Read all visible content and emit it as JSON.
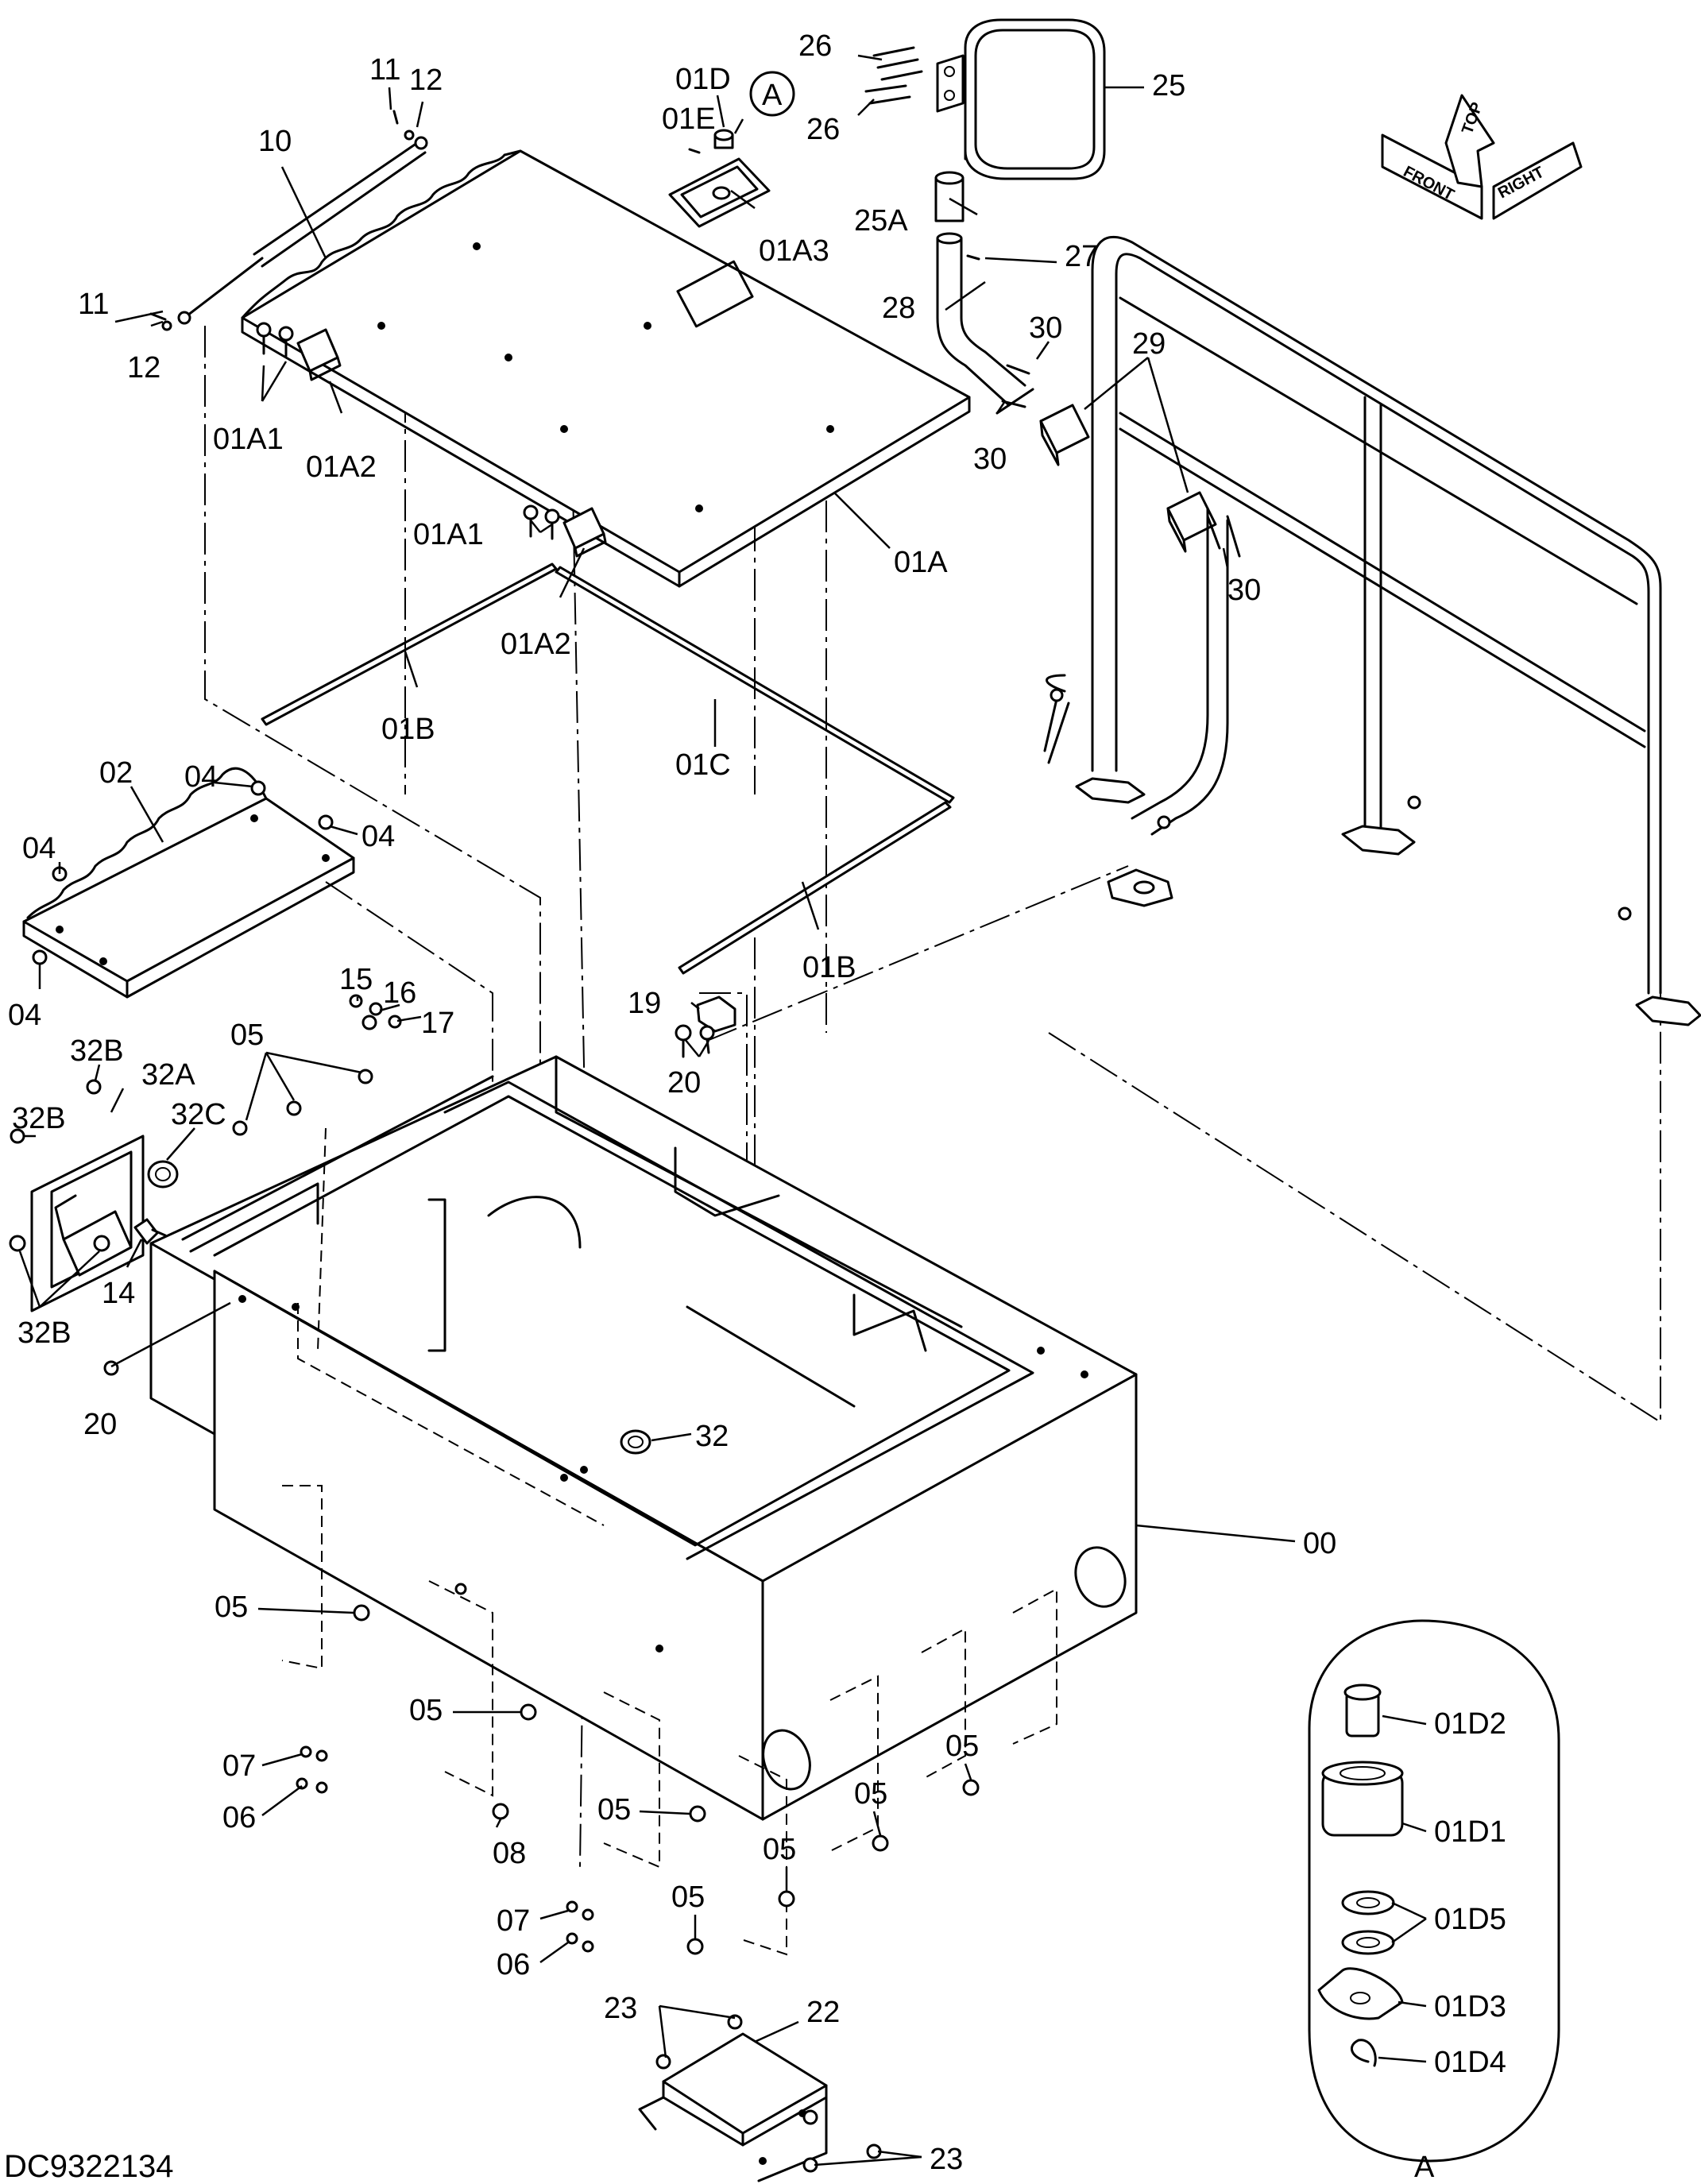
{
  "drawing_code": "DC9322134",
  "detail_ref": "A",
  "direction_indicator": {
    "front": "FRONT",
    "top": "TOP",
    "right": "RIGHT"
  },
  "labels": {
    "l_11a": "11",
    "l_12a": "12",
    "l_10": "10",
    "l_11b": "11",
    "l_12b": "12",
    "l_01D": "01D",
    "l_A_circle": "A",
    "l_01E": "01E",
    "l_01A3": "01A3",
    "l_26a": "26",
    "l_26b": "26",
    "l_25": "25",
    "l_25A": "25A",
    "l_27": "27",
    "l_28": "28",
    "l_30a": "30",
    "l_30b": "30",
    "l_30c": "30",
    "l_29": "29",
    "l_01A1a": "01A1",
    "l_01A2a": "01A2",
    "l_01A1b": "01A1",
    "l_01A2b": "01A2",
    "l_01A": "01A",
    "l_01Ba": "01B",
    "l_01C": "01C",
    "l_01Bb": "01B",
    "l_02": "02",
    "l_04a": "04",
    "l_04b": "04",
    "l_04c": "04",
    "l_04d": "04",
    "l_15": "15",
    "l_16": "16",
    "l_17": "17",
    "l_05a": "05",
    "l_19": "19",
    "l_20a": "20",
    "l_32Ba": "32B",
    "l_32A": "32A",
    "l_32Bb": "32B",
    "l_32C": "32C",
    "l_32Bc": "32B",
    "l_14": "14",
    "l_20b": "20",
    "l_32": "32",
    "l_00": "00",
    "l_05b": "05",
    "l_05c": "05",
    "l_05d": "05",
    "l_05e": "05",
    "l_05f": "05",
    "l_05g": "05",
    "l_05h": "05",
    "l_07a": "07",
    "l_06a": "06",
    "l_08": "08",
    "l_07b": "07",
    "l_06b": "06",
    "l_23a": "23",
    "l_22": "22",
    "l_23b": "23",
    "l_01D2": "01D2",
    "l_01D1": "01D1",
    "l_01D5": "01D5",
    "l_01D3": "01D3",
    "l_01D4": "01D4"
  }
}
